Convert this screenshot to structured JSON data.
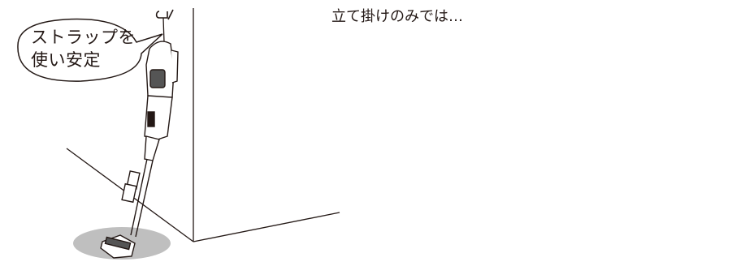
{
  "left_panel": {
    "bubble_line1": "ストラップを",
    "bubble_line2": "使い安定"
  },
  "right_panel": {
    "caption": "立て掛けのみでは…",
    "wrong_mark": "cross-icon"
  },
  "colors": {
    "ink": "#231815",
    "shadow": "#bfbfbf",
    "cross": "#7a7a7a"
  }
}
